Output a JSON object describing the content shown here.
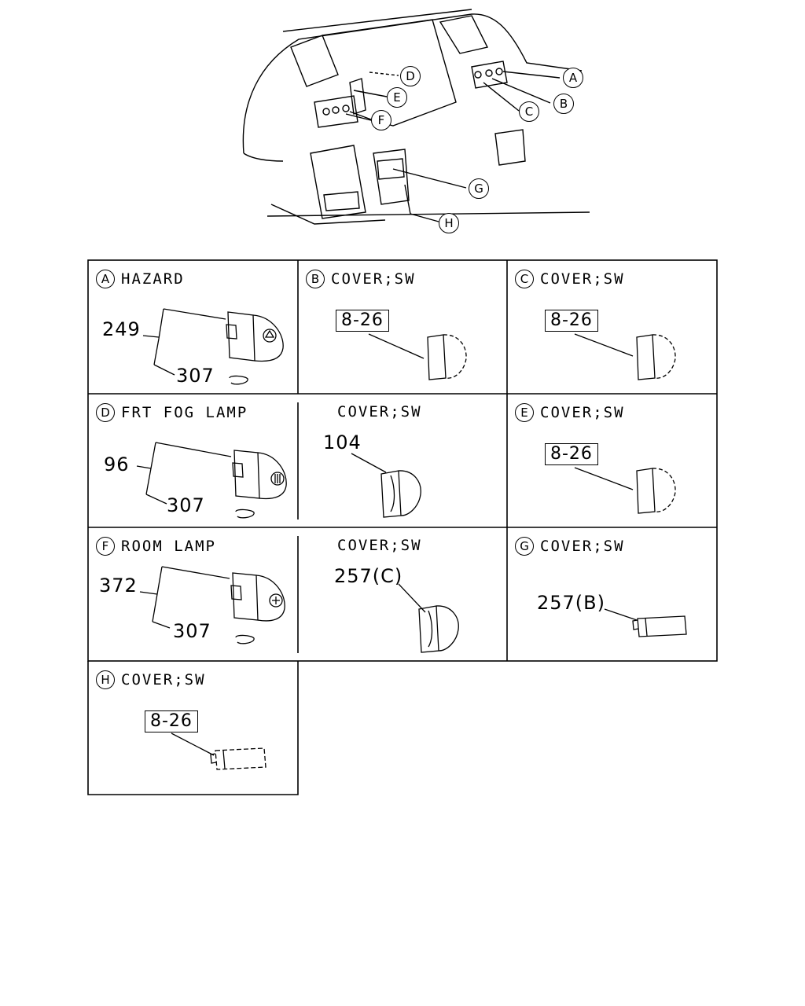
{
  "overview": {
    "callouts": [
      "A",
      "B",
      "C",
      "D",
      "E",
      "F",
      "G",
      "H"
    ]
  },
  "cells": [
    {
      "letter": "A",
      "title": "HAZARD",
      "parts": [
        "249",
        "307"
      ]
    },
    {
      "letter": "B",
      "title": "COVER;SW",
      "ref": "8-26"
    },
    {
      "letter": "C",
      "title": "COVER;SW",
      "ref": "8-26"
    },
    {
      "letter": "D",
      "title": "FRT FOG LAMP",
      "parts": [
        "96",
        "307"
      ]
    },
    {
      "letter": "",
      "title": "COVER;SW",
      "parts": [
        "104"
      ]
    },
    {
      "letter": "E",
      "title": "COVER;SW",
      "ref": "8-26"
    },
    {
      "letter": "F",
      "title": "ROOM LAMP",
      "parts": [
        "372",
        "307"
      ]
    },
    {
      "letter": "",
      "title": "COVER;SW",
      "parts": [
        "257(C)"
      ]
    },
    {
      "letter": "G",
      "title": "COVER;SW",
      "parts": [
        "257(B)"
      ]
    },
    {
      "letter": "H",
      "title": "COVER;SW",
      "ref": "8-26"
    }
  ]
}
